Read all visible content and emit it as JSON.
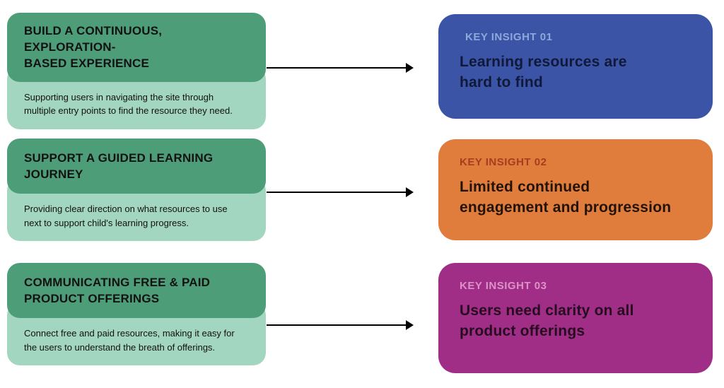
{
  "styles": {
    "goal_header": "background:#4e9d79",
    "goal_body": "background:#a3d6c1"
  },
  "rows": [
    {
      "goal": {
        "title": "BUILD A CONTINUOUS, EXPLORATION-\nBASED EXPERIENCE",
        "description": "Supporting users in navigating the site through\nmultiple entry points to find the resource they need."
      },
      "insight": {
        "label": "KEY INSIGHT 01",
        "text": "Learning resources are\nhard to find",
        "style": "background:#3b54a5;--label:#8fa8da;--ink:#10193a"
      }
    },
    {
      "goal": {
        "title": "SUPPORT A GUIDED LEARNING\nJOURNEY",
        "description": "Providing clear direction on what resources to use\nnext to support child's learning progress."
      },
      "insight": {
        "label": "KEY INSIGHT 02",
        "text": "Limited continued\nengagement and progression",
        "style": "background:#e07d3d;--label:#a63d1e;--ink:#221307"
      }
    },
    {
      "goal": {
        "title": "COMMUNICATING FREE & PAID\nPRODUCT OFFERINGS",
        "description": "Connect free and paid resources, making it easy for\nthe users to understand the breath of offerings."
      },
      "insight": {
        "label": "KEY INSIGHT 03",
        "text": "Users need clarity on all\nproduct offerings",
        "style": "background:#a02e86;--label:#dc92c8;--ink:#270c20"
      }
    }
  ]
}
